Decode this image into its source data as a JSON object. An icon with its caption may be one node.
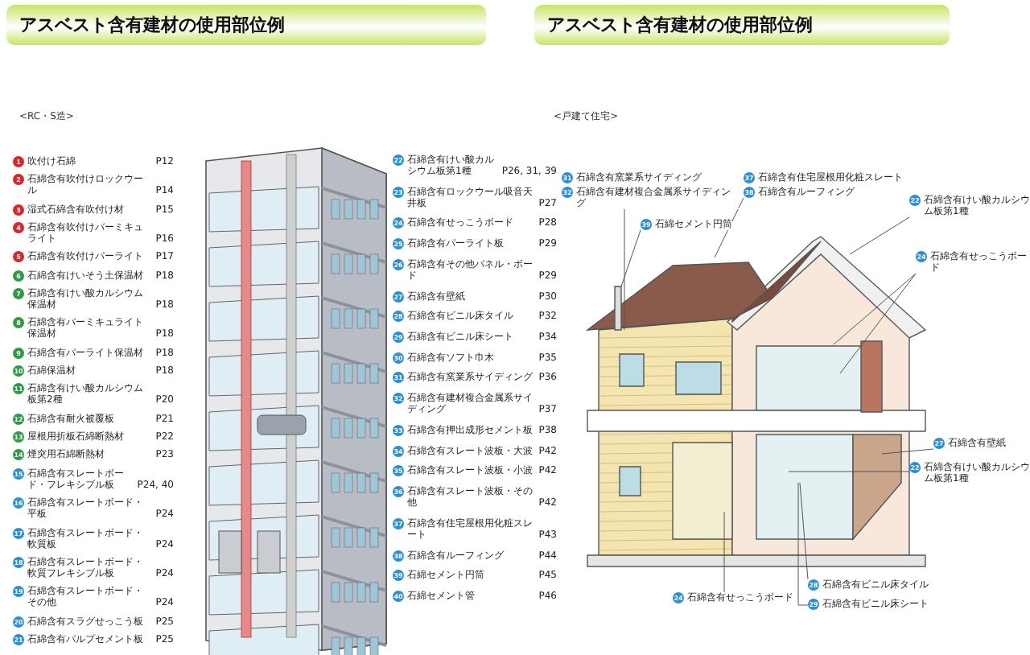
{
  "diagram": {
    "nodes": [
      {
        "text": [
          "アスベスト含有建材の使用部位例"
        ]
      },
      {
        "text": [
          "アスベスト含有建材の使用部位例"
        ]
      },
      {
        "text": [
          "31",
          "石綿含有窯業系サイディング"
        ]
      },
      {
        "text": [
          "32",
          "石綿含有建材複合金属系サイディング"
        ]
      },
      {
        "text": [
          "39",
          "石綿セメント円筒"
        ]
      },
      {
        "text": [
          "37",
          "石綿含有住宅屋根用化粧スレート"
        ]
      },
      {
        "text": [
          "38",
          "石綿含有ルーフィング"
        ]
      },
      {
        "text": [
          "22",
          "石綿含有けい酸カルシウム板第1種"
        ]
      },
      {
        "text": [
          "24",
          "石綿含有せっこうボード"
        ]
      },
      {
        "text": [
          "27",
          "石綿含有壁紙"
        ]
      },
      {
        "text": [
          "22",
          "石綿含有けい酸カルシウム板第1種"
        ]
      },
      {
        "text": [
          "24",
          "石綿含有せっこうボード"
        ]
      },
      {
        "text": [
          "28",
          "石綿含有ビニル床タイル"
        ]
      },
      {
        "text": [
          "29",
          "石綿含有ビニル床シート"
        ]
      }
    ],
    "edges": [
      {
        "from": 3,
        "to": null,
        "arrow": "none"
      },
      {
        "from": 4,
        "to": null,
        "arrow": "none"
      },
      {
        "from": 6,
        "to": null,
        "arrow": "none"
      },
      {
        "from": 7,
        "to": null,
        "arrow": "none"
      },
      {
        "from": 8,
        "to": null,
        "arrow": "none"
      },
      {
        "from": 8,
        "to": null,
        "arrow": "none"
      },
      {
        "from": 9,
        "to": null,
        "arrow": "none"
      },
      {
        "from": 10,
        "to": null,
        "arrow": "none"
      },
      {
        "from": 11,
        "to": null,
        "arrow": "none"
      },
      {
        "from": 12,
        "to": null,
        "arrow": "none"
      },
      {
        "from": 13,
        "to": null,
        "arrow": "none"
      }
    ],
    "labels": [
      "<RC・S造>",
      "1",
      "吹付け石綿",
      "P12",
      "2",
      "石綿含有吹付けロックウール",
      "P14",
      "3",
      "湿式石綿含有吹付け材",
      "P15",
      "4",
      "石綿含有吹付けバーミキュライト",
      "P16",
      "5",
      "石綿含有吹付けパーライト",
      "P17",
      "6",
      "石綿含有けいそう土保温材",
      "P18",
      "7",
      "石綿含有けい酸カルシウム保温材",
      "P18",
      "8",
      "石綿含有バーミキュライト保温材",
      "P18",
      "9",
      "石綿含有パーライト保温材",
      "P18",
      "10",
      "石綿保温材",
      "P18",
      "11",
      "石綿含有けい酸カルシウム板第2種",
      "P20",
      "12",
      "石綿含有耐火被覆板",
      "P21",
      "13",
      "屋根用折板石綿断熱材",
      "P22",
      "14",
      "煙突用石綿断熱材",
      "P23",
      "15",
      "石綿含有スレートボード・フレキシブル板",
      "P24, 40",
      "16",
      "石綿含有スレートボード・平板",
      "P24",
      "17",
      "石綿含有スレートボード・軟質板",
      "P24",
      "18",
      "石綿含有スレートボード・軟質フレキシブル板",
      "P24",
      "19",
      "石綿含有スレートボード・その他",
      "P24",
      "20",
      "石綿含有スラグせっこう板",
      "P25",
      "21",
      "石綿含有パルプセメント板",
      "P25",
      "22",
      "石綿含有けい酸カルシウム板第1種",
      "P26, 31, 39",
      "23",
      "石綿含有ロックウール吸音天井板",
      "P27",
      "24",
      "石綿含有せっこうボード",
      "P28",
      "25",
      "石綿含有パーライト板",
      "P29",
      "26",
      "石綿含有その他パネル・ボード",
      "P29",
      "27",
      "石綿含有壁紙",
      "P30",
      "28",
      "石綿含有ビニル床タイル",
      "P32",
      "29",
      "石綿含有ビニル床シート",
      "P34",
      "30",
      "石綿含有ソフト巾木",
      "P35",
      "31",
      "石綿含有窯業系サイディング",
      "P36",
      "32",
      "石綿含有建材複合金属系サイディング",
      "P37",
      "33",
      "石綿含有押出成形セメント板",
      "P38",
      "34",
      "石綿含有スレート波板・大波",
      "P42",
      "35",
      "石綿含有スレート波板・小波",
      "P42",
      "36",
      "石綿含有スレート波板・その他",
      "P42",
      "37",
      "石綿含有住宅屋根用化粧スレート",
      "P43",
      "38",
      "石綿含有ルーフィング",
      "P44",
      "39",
      "石綿セメント円筒",
      "P45",
      "40",
      "石綿セメント管",
      "P46",
      "<戸建て住宅>"
    ]
  }
}
